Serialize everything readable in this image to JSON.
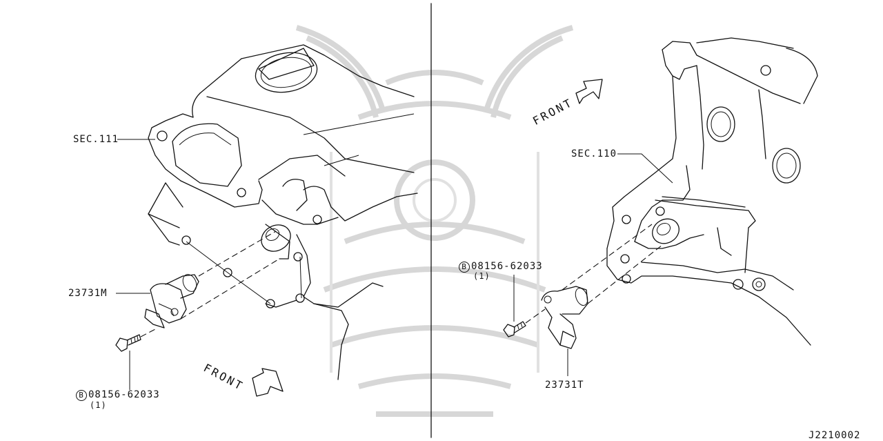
{
  "left_panel": {
    "section_label": "SEC.111",
    "sensor_part_number": "23731M",
    "bolt_symbol": "B",
    "bolt_part_number": "08156-62033",
    "bolt_quantity": "(1)",
    "front_label": "FRONT"
  },
  "right_panel": {
    "section_label": "SEC.110",
    "sensor_part_number": "23731T",
    "bolt_symbol": "B",
    "bolt_part_number": "08156-62033",
    "bolt_quantity": "(1)",
    "front_label": "FRONT"
  },
  "diagram_code": "J2210002",
  "colors": {
    "line": "#111111",
    "watermark": "#d7d7d7",
    "background": "#ffffff"
  },
  "icons": {
    "bolt_marker": "circled-letter",
    "front_arrow": "hollow-arrow"
  }
}
